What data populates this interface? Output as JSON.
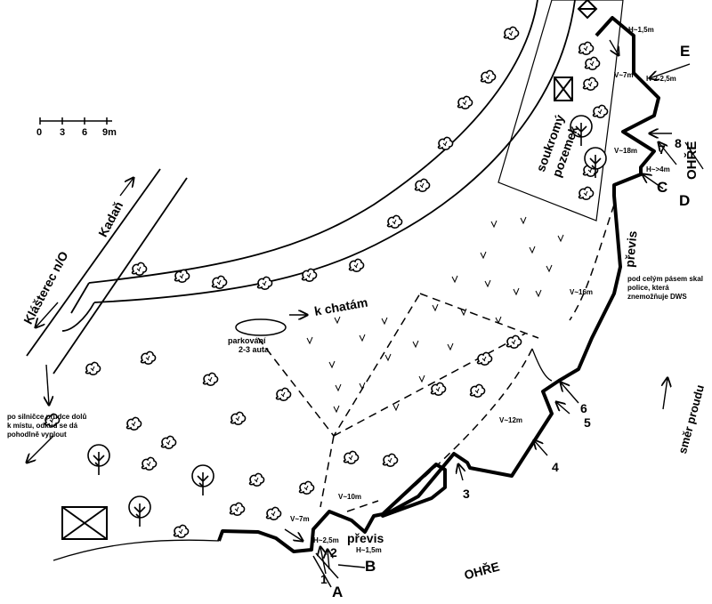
{
  "scale": {
    "labels": [
      "0",
      "3",
      "6",
      "9m"
    ]
  },
  "places": {
    "kadan": "Kadaň",
    "klasterec": "Klášterec n/O",
    "k_chatam": "k chatám",
    "parking": [
      "parkování",
      "2-3 auta"
    ],
    "private": [
      "soukromý",
      "pozemek"
    ],
    "ohre_right": "OHŘE",
    "ohre_bottom": "OHŘE",
    "smer_proudu": "směr proudu"
  },
  "notes": {
    "road_note": [
      "po silničce prudce dolů",
      "k místu, odkud se dá",
      "pohodlně vyplout"
    ],
    "overhang_note": [
      "pod celým pásem skal",
      "police, která",
      "znemožňuje DWS"
    ]
  },
  "overhangs": {
    "top": "převis",
    "bottom": "převis"
  },
  "measurements": {
    "h15_top": "H~1,5m",
    "h225": "H-2-2,5m",
    "v7_top": "V~7m",
    "v18": "V~18m",
    "h4": "H~>4m",
    "v16": "V~16m",
    "v12": "V~12m",
    "v10": "V~10m",
    "v7_bottom": "V~7m",
    "h25": "H~2,5m",
    "h15_bottom": "H~1,5m"
  },
  "route_numbers": [
    "1",
    "2",
    "3",
    "4",
    "5",
    "6",
    "7",
    "8"
  ],
  "access_letters": [
    "A",
    "B",
    "C",
    "D",
    "E"
  ]
}
